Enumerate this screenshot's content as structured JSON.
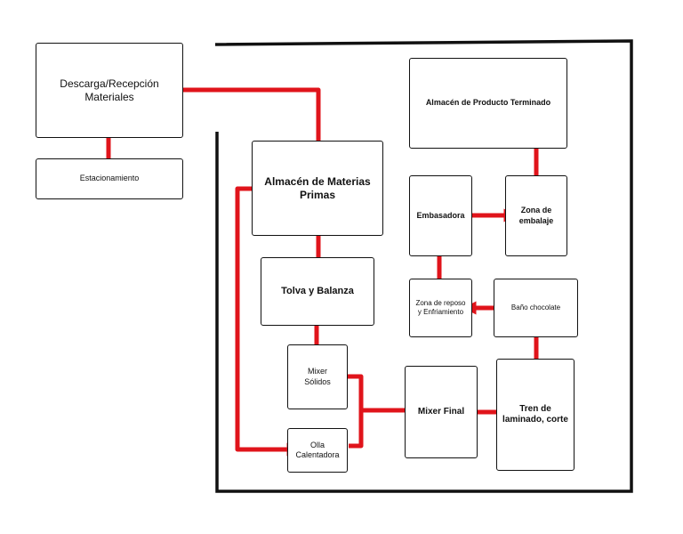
{
  "colors": {
    "arrow": "#e0141b",
    "border": "#111111",
    "background": "#ffffff"
  },
  "nodes": {
    "descarga": "Descarga/Recepción\nMateriales",
    "estacionamiento": "Estacionamiento",
    "almacen_materias": "Almacén de Materias\nPrimas",
    "tolva": "Tolva y Balanza",
    "mixer_solidos": "Mixer\nSólidos",
    "olla": "Olla\nCalentadora",
    "mixer_final": "Mixer Final",
    "tren": "Tren de\nlaminado, corte",
    "bano": "Baño chocolate",
    "zona_reposo": "Zona de reposo\ny Enfriamiento",
    "embasadora": "Embasadora",
    "zona_embalaje": "Zona de\nembalaje",
    "almacen_terminado": "Almacén de Producto Terminado"
  }
}
